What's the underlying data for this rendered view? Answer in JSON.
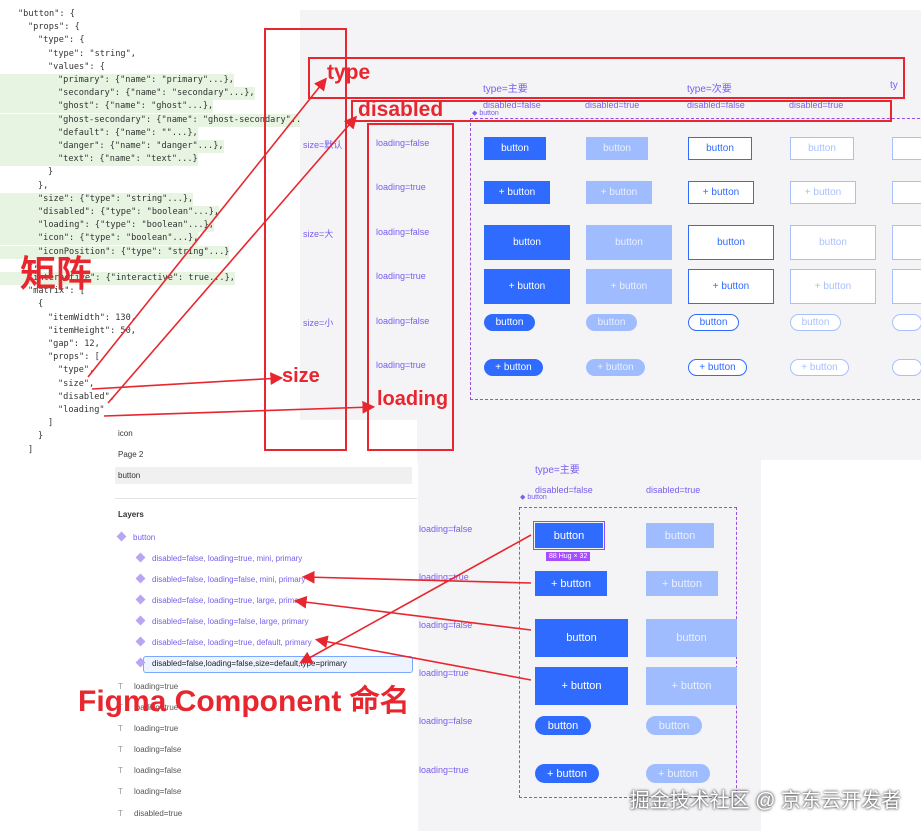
{
  "code_lines": [
    {
      "text": "\"button\": {",
      "indent": 1,
      "cls": ""
    },
    {
      "text": "\"props\": {",
      "indent": 2,
      "cls": ""
    },
    {
      "text": "\"type\": {",
      "indent": 3,
      "cls": ""
    },
    {
      "text": "\"type\": \"string\",",
      "indent": 4,
      "cls": ""
    },
    {
      "text": "\"values\": {",
      "indent": 4,
      "cls": ""
    },
    {
      "text": "\"primary\": {\"name\": \"primary\"...},",
      "indent": 5,
      "cls": "hl"
    },
    {
      "text": "\"secondary\": {\"name\": \"secondary\"...},",
      "indent": 5,
      "cls": "hl"
    },
    {
      "text": "\"ghost\": {\"name\": \"ghost\"...},",
      "indent": 5,
      "cls": "hl"
    },
    {
      "text": "\"ghost-secondary\": {\"name\": \"ghost-secondary\"...},",
      "indent": 5,
      "cls": "hl"
    },
    {
      "text": "\"default\": {\"name\": \"\"...},",
      "indent": 5,
      "cls": "hl"
    },
    {
      "text": "\"danger\": {\"name\": \"danger\"...},",
      "indent": 5,
      "cls": "hl"
    },
    {
      "text": "\"text\": {\"name\": \"text\"...}",
      "indent": 5,
      "cls": "hl"
    },
    {
      "text": "}",
      "indent": 4,
      "cls": ""
    },
    {
      "text": "},",
      "indent": 3,
      "cls": ""
    },
    {
      "text": "\"size\": {\"type\": \"string\"...},",
      "indent": 3,
      "cls": "hl"
    },
    {
      "text": "\"disabled\": {\"type\": \"boolean\"...},",
      "indent": 3,
      "cls": "hl"
    },
    {
      "text": "\"loading\": {\"type\": \"boolean\"...},",
      "indent": 3,
      "cls": "hl"
    },
    {
      "text": "\"icon\": {\"type\": \"boolean\"...},",
      "indent": 3,
      "cls": "hl"
    },
    {
      "text": "\"iconPosition\": {\"type\": \"string\"...}",
      "indent": 3,
      "cls": "hl"
    },
    {
      "text": "},",
      "indent": 2,
      "cls": ""
    },
    {
      "text": "\"interactive\": {\"interactive\": true...},",
      "indent": 2,
      "cls": "hl"
    },
    {
      "text": "\"matrix\": [",
      "indent": 2,
      "cls": ""
    },
    {
      "text": "{",
      "indent": 3,
      "cls": ""
    },
    {
      "text": "\"itemWidth\": 130,",
      "indent": 4,
      "cls": ""
    },
    {
      "text": "\"itemHeight\": 50,",
      "indent": 4,
      "cls": ""
    },
    {
      "text": "\"gap\": 12,",
      "indent": 4,
      "cls": ""
    },
    {
      "text": "\"props\": [",
      "indent": 4,
      "cls": ""
    },
    {
      "text": "\"type\",",
      "indent": 5,
      "cls": ""
    },
    {
      "text": "\"size\",",
      "indent": 5,
      "cls": ""
    },
    {
      "text": "\"disabled\",",
      "indent": 5,
      "cls": ""
    },
    {
      "text": "\"loading\"",
      "indent": 5,
      "cls": ""
    },
    {
      "text": "]",
      "indent": 4,
      "cls": ""
    },
    {
      "text": "}",
      "indent": 3,
      "cls": ""
    },
    {
      "text": "]",
      "indent": 2,
      "cls": ""
    }
  ],
  "top_canvas": {
    "col_headers": [
      "type=主要",
      "type=次要",
      "ty"
    ],
    "sub_headers": [
      "disabled=false",
      "disabled=true",
      "disabled=false",
      "disabled=true"
    ],
    "component_tag": "button",
    "size_labels": [
      "size=默认",
      "size=大",
      "size=小"
    ],
    "loading_labels": [
      "loading=false",
      "loading=true",
      "loading=false",
      "loading=true",
      "loading=false",
      "loading=true"
    ],
    "btn_label": "button",
    "btn_label_icon": "+ button"
  },
  "layers": {
    "pages": [
      "icon",
      "Page 2",
      "button"
    ],
    "section_title": "Layers",
    "component": "button",
    "variants": [
      "disabled=false, loading=true, mini, primary",
      "disabled=false, loading=false, mini, primary",
      "disabled=false, loading=true, large, primary",
      "disabled=false, loading=false, large, primary",
      "disabled=false, loading=true, default, primary",
      "disabled=false,loading=false,size=default,type=primary"
    ],
    "text_layers": [
      "loading=true",
      "loading=true",
      "loading=true",
      "loading=false",
      "loading=false",
      "loading=false",
      "disabled=true"
    ]
  },
  "bottom_canvas": {
    "col_header": "type=主要",
    "sub_headers": [
      "disabled=false",
      "disabled=true"
    ],
    "component_tag": "button",
    "loading_labels": [
      "loading=false",
      "loading=true",
      "loading=false",
      "loading=true",
      "loading=false",
      "loading=true"
    ],
    "btn_label": "button",
    "btn_label_icon": "+ button",
    "size_badge": "88 Hug × 32"
  },
  "annotations": {
    "matrix": "矩阵",
    "type": "type",
    "disabled": "disabled",
    "size": "size",
    "loading": "loading",
    "figma": "Figma Component 命名"
  },
  "watermark": "掘金技术社区 @ 京东云开发者",
  "colors": {
    "primary": "#2f6bff",
    "annotation_red": "#e8262f",
    "variant_purple": "#7a5cf0"
  }
}
